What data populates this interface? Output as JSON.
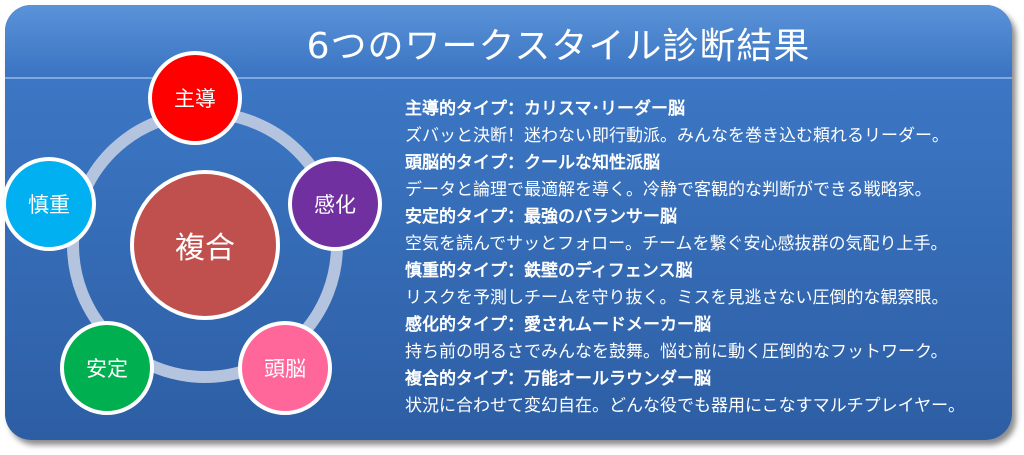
{
  "title": "6つのワークスタイル診断結果",
  "diagram": {
    "center": {
      "label": "複合",
      "color": "#c0504d"
    },
    "nodes": [
      {
        "label": "主導",
        "color": "#ff0000"
      },
      {
        "label": "感化",
        "color": "#7030a0"
      },
      {
        "label": "頭脳",
        "color": "#ff6699"
      },
      {
        "label": "安定",
        "color": "#00b050"
      },
      {
        "label": "慎重",
        "color": "#00b0f0"
      }
    ]
  },
  "types": [
    {
      "heading": "主導的タイプ：カリスマ･リーダー脳",
      "body": "ズバッと決断！迷わない即行動派。みんなを巻き込む頼れるリーダー。"
    },
    {
      "heading": "頭脳的タイプ：クールな知性派脳",
      "body": "データと論理で最適解を導く。冷静で客観的な判断ができる戦略家。"
    },
    {
      "heading": "安定的タイプ：最強のバランサー脳",
      "body": "空気を読んでサッとフォロー。チームを繋ぐ安心感抜群の気配り上手。"
    },
    {
      "heading": "慎重的タイプ：鉄壁のディフェンス脳",
      "body": "リスクを予測しチームを守り抜く。ミスを見逃さない圧倒的な観察眼。"
    },
    {
      "heading": "感化的タイプ：愛されムードメーカー脳",
      "body": "持ち前の明るさでみんなを鼓舞。悩む前に動く圧倒的なフットワーク。"
    },
    {
      "heading": "複合的タイプ：万能オールラウンダー脳",
      "body": "状況に合わせて変幻自在。どんな役でも器用にこなすマルチプレイヤー。"
    }
  ]
}
